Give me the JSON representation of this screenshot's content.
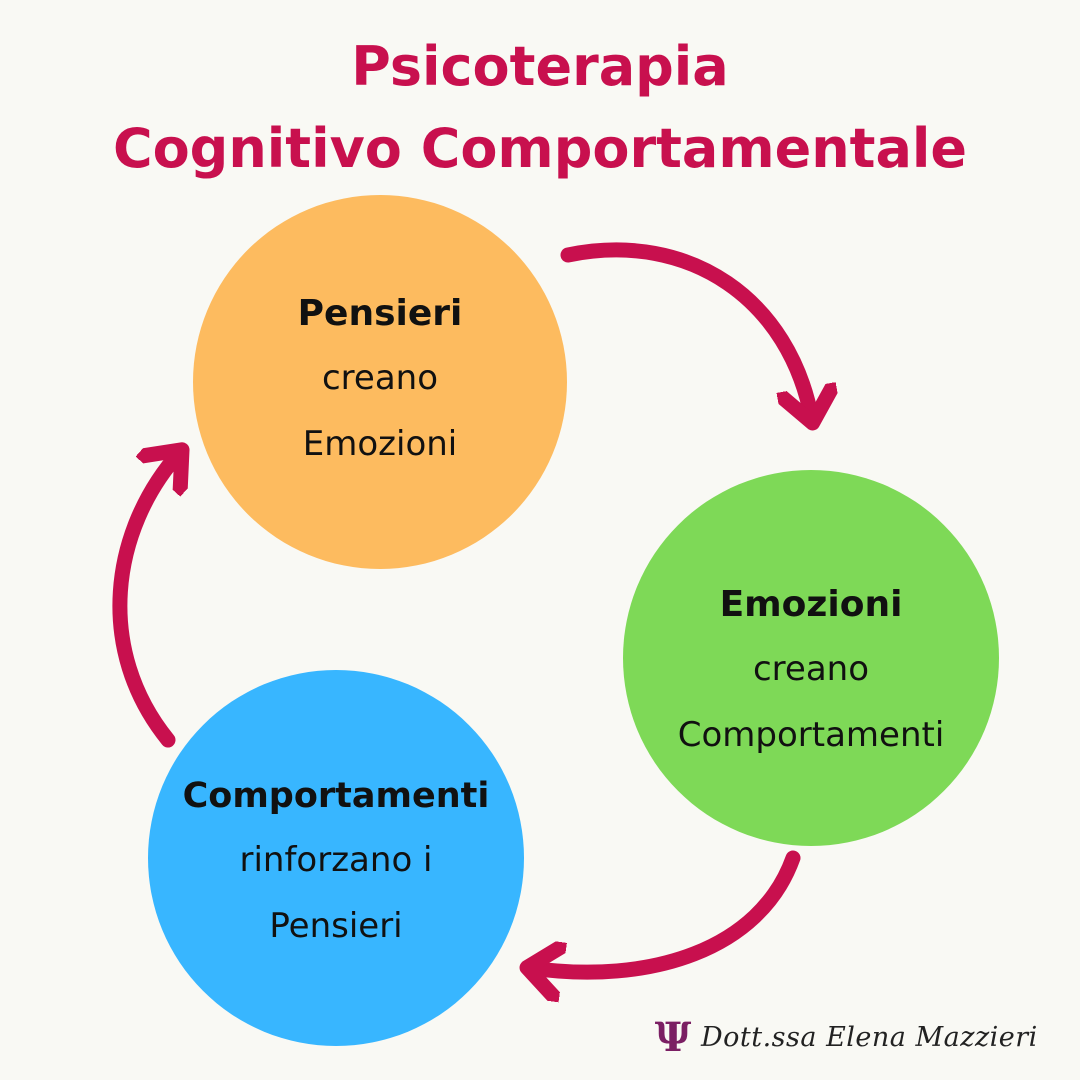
{
  "title": {
    "line1": "Psicoterapia",
    "line2": "Cognitivo Comportamentale",
    "color": "#c8104e"
  },
  "circles": [
    {
      "id": "pensieri",
      "heading": "Pensieri",
      "line1": "creano",
      "line2": "Emozioni",
      "color": "#fdbb5f"
    },
    {
      "id": "emozioni",
      "heading": "Emozioni",
      "line1": "creano",
      "line2": "Comportamenti",
      "color": "#7ed957"
    },
    {
      "id": "comportamenti",
      "heading": "Comportamenti",
      "line1": "rinforzano i",
      "line2": "Pensieri",
      "color": "#38b6ff"
    }
  ],
  "arrows": {
    "color": "#c8104e",
    "icon": "curved-arrow-icon"
  },
  "signature": {
    "icon": "psi-logo-icon",
    "name": "Dott.ssa Elena Mazzieri"
  }
}
